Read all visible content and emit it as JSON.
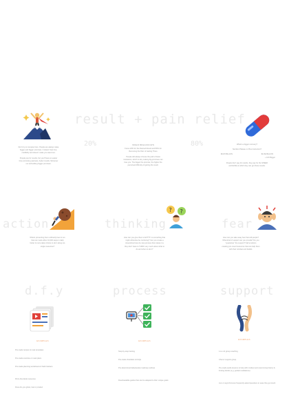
{
  "hero": {
    "title": "result + pain relief",
    "pct_left": "20%",
    "pct_right": "80%",
    "intro_lines": [
      "Don't try to compete here. People are always make",
      "bigger and bigger promises. It doesn't feel true,",
      "credibility and doesn't make you stand out.",
      "",
      "People pay for results, but you'll have an easier",
      "time promising easiness, better results. Moreover",
      "our self-editing bigger promises."
    ],
    "center_heading": "INNER BREAKDOWN",
    "center_lines": [
      "Focus 20% for the Desired Result and 80% for",
      "Removing the Pain of Getting There",
      "",
      "People will always choose the path of least",
      "resistance, which is why making big promises can",
      "lose you. The bigger the promise, the higher the",
      "perceived difficulty of getting the result."
    ],
    "right_heading": "What's a bigger recovery?",
    "right_question": "Nutrition Plateau or Plus Instruction?",
    "right_price_left": "$19.8 BILLION",
    "right_price_right": "$1.8E BILLION",
    "right_price_note": "+ 10X Bigger",
    "right_lines": [
      "People don't pay for results, they pay for the SPEED",
      "and EASE at which they can get those results."
    ]
  },
  "row2": {
    "action": {
      "title": "action",
      "lines": [
        "What's preventing them ordinarily been in an",
        "that can mark either 10,000 steps in daily",
        "better & more takes choice to do it along too",
        "single resources?"
      ]
    },
    "thinking": {
      "title": "thinking",
      "lines": [
        "How can you give them to EXTTT no something that",
        "might otherwise be confusing? Can you create a",
        "streamlined step by step process that makes it a",
        "they don't have to THINK very much about what to",
        "do and when to do it?"
      ]
    },
    "fear": {
      "title": "fear",
      "lines": [
        "How can you take away fear that will people?",
        "What kind of support can you provide? Do you",
        "\"guarantee\" the support? Fall emotions",
        "creating pro-mood resources that can help them",
        "with their mindset and beliefs."
      ]
    }
  },
  "row3": {
    "dfy": {
      "title": "d.f.y",
      "label": "EXAMPLES",
      "items": [
        "Pre-made recipes & meal templates",
        "Pre-made exercise or meal plans",
        "Pre-made planning worksheets & habit trackers",
        "Fill-in-the-blank resources",
        "Done-for-you ghost, feel or product"
      ]
    },
    "process": {
      "title": "process",
      "label": "EXAMPLES",
      "items": [
        "Step-by-step training",
        "Pre-made checklists & FAQs",
        "Pre-determined daily/weekly roadmap outlines",
        "Downloadable guides that can be adapted to their unique goals"
      ]
    },
    "support": {
      "title": "support",
      "label": "EXAMPLES",
      "items": [
        "1-to-1 & group coaching",
        "Chat or support group",
        "Pre-made audio lessons to help with mindset and overcoming history & limiting beliefs (e.g. guided meditations)",
        "Live or asynchronous frequently asked questions to ease they get stuck"
      ]
    }
  },
  "colors": {
    "accent": "#f0a06a",
    "faint": "#e9e9e9",
    "body_text": "#9a9a9a"
  },
  "icons": {
    "hero_left": "mountain-summit-icon",
    "hero_right": "pill-capsule-icon",
    "action": "boulder-push-icon",
    "thinking": "thinking-person-icon",
    "fear": "stressed-person-icon",
    "dfy": "document-stack-icon",
    "process": "checklist-icon",
    "support": "handshake-icon"
  }
}
